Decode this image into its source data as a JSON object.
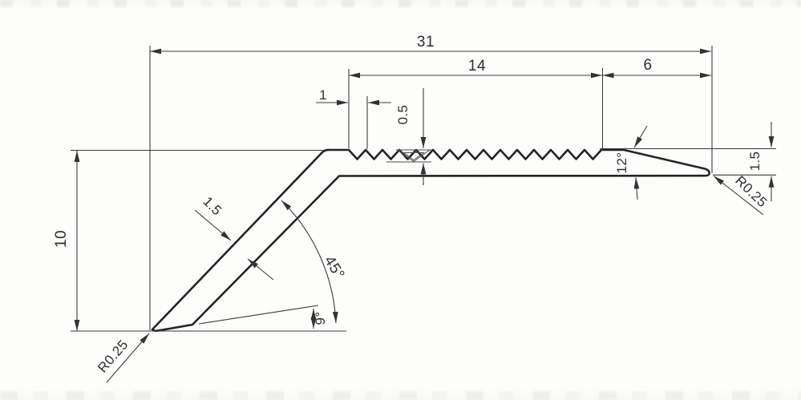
{
  "labels": {
    "overall_width": "31",
    "serrated_length": "14",
    "right_section": "6",
    "tooth_pitch": "1",
    "tooth_depth": "0.5",
    "leg_height": "10",
    "leg_thickness": "1.5",
    "leg_angle": "45°",
    "tip_angle": "9°",
    "nose_angle": "12°",
    "right_thickness": "1.5",
    "left_tip_radius": "R0.25",
    "right_tip_radius": "R0.25"
  },
  "colors": {
    "line": "#242424",
    "dimension_line": "#3c3c3c",
    "paper": "#fbfbfa"
  }
}
